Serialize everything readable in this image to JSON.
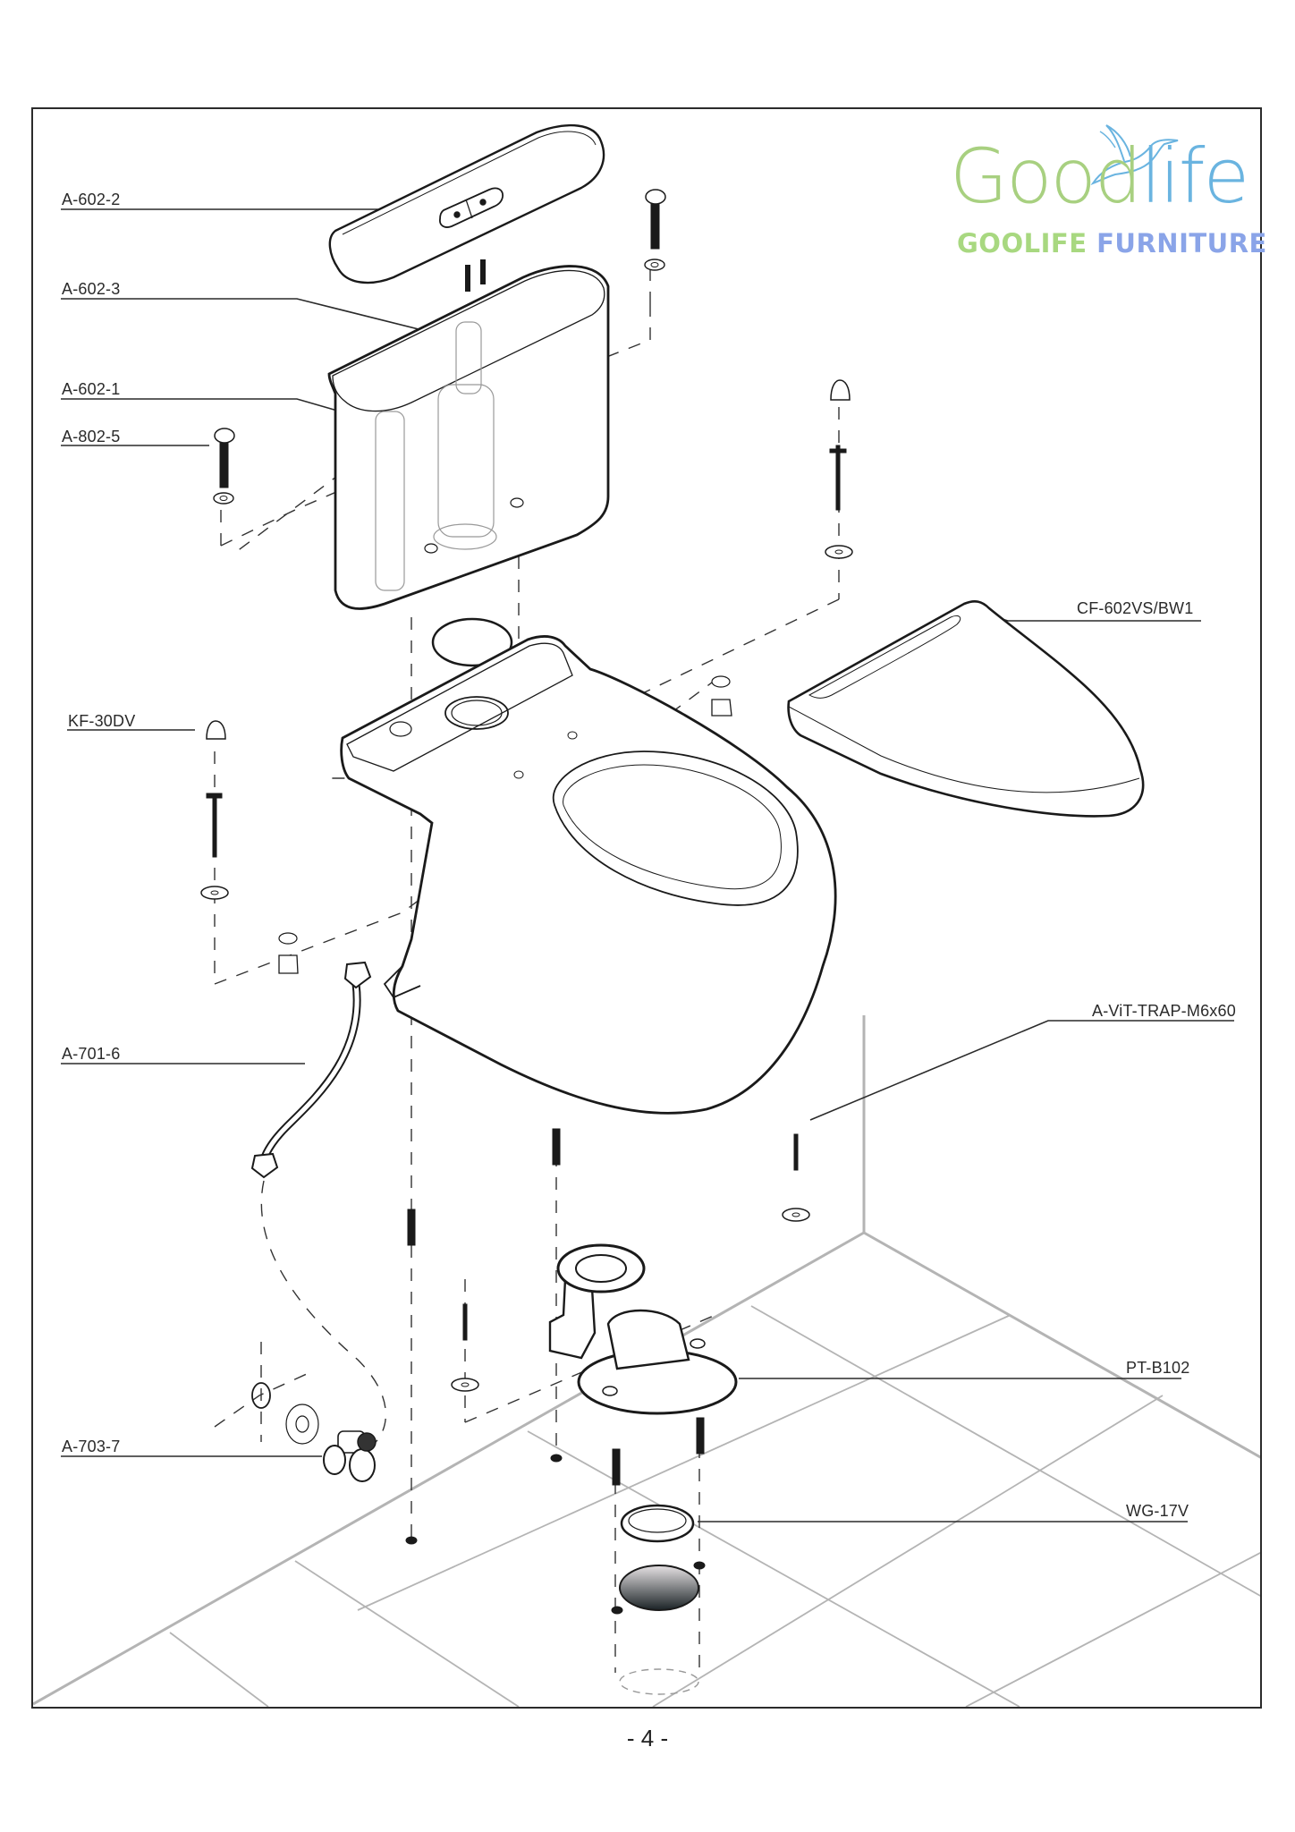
{
  "document": {
    "type": "exploded-parts-diagram",
    "subject": "Two-piece toilet assembly",
    "page_number": "- 4 -"
  },
  "logo": {
    "wordmark_part1": "Good",
    "wordmark_part2": "life",
    "tagline_part1": "GOOLIFE",
    "tagline_part2": "FURNITURE",
    "icon": "hummingbird-icon",
    "colors": {
      "green": "#a8d080",
      "blue": "#6ab4e0",
      "tagline_blue": "#8aa4e8"
    }
  },
  "parts": [
    {
      "code": "A-602-2",
      "description": "Tank lid with dual flush button",
      "side": "left"
    },
    {
      "code": "A-602-3",
      "description": "Flush valve",
      "side": "left"
    },
    {
      "code": "A-602-1",
      "description": "Fill valve",
      "side": "left"
    },
    {
      "code": "A-802-5",
      "description": "Tank bolt with washer",
      "side": "left"
    },
    {
      "code": "KF-30DV",
      "description": "Bolt cap, floor bolt and washer",
      "side": "left"
    },
    {
      "code": "A-701-6",
      "description": "Flexible water supply hose",
      "side": "left"
    },
    {
      "code": "A-703-7",
      "description": "Angle stop valve with escutcheon",
      "side": "left"
    },
    {
      "code": "CF-602VS/BW1",
      "description": "Soft-close seat and cover",
      "side": "right"
    },
    {
      "code": "A-ViT-TRAP-M6x60",
      "description": "Trap screw M6x60",
      "side": "right"
    },
    {
      "code": "PT-B102",
      "description": "Floor drain adapter",
      "side": "right"
    },
    {
      "code": "WG-17V",
      "description": "Wax gasket ring",
      "side": "right"
    }
  ],
  "colors": {
    "line": "#1a1a1a",
    "floor_grid": "#b4b4b4",
    "frame": "#2b2b2b"
  }
}
